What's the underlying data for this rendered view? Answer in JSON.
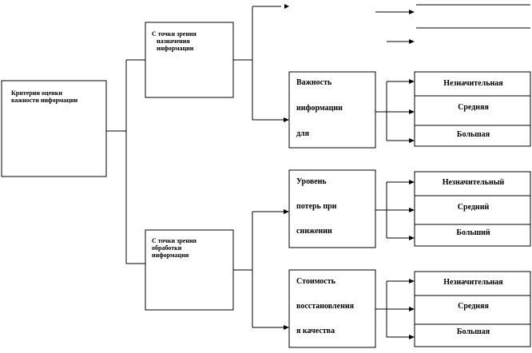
{
  "diagram": {
    "root": {
      "line1": "Критерии оценки",
      "line2": "важности информации"
    },
    "purpose_node": {
      "line1": "С точки зрения",
      "line2": "назначения",
      "line3": "информации"
    },
    "processing_node": {
      "line1": "С точки зрения",
      "line2": "обработки",
      "line3": "информации"
    },
    "importance_node": {
      "line1": "Важность",
      "line2": "информации",
      "line3": "для"
    },
    "loss_node": {
      "line1": "Уровень",
      "line2": "потерь при",
      "line3": "снижении"
    },
    "restore_node": {
      "line1": "Стоимость",
      "line2": "восстановления",
      "line3": "я качества"
    },
    "importance_levels": [
      "Незначительная",
      "Средняя",
      "Большая"
    ],
    "loss_levels": [
      "Незначительный",
      "Средний",
      "Больший"
    ],
    "restore_levels": [
      "Незначительная",
      "Средняя",
      "Большая"
    ]
  }
}
